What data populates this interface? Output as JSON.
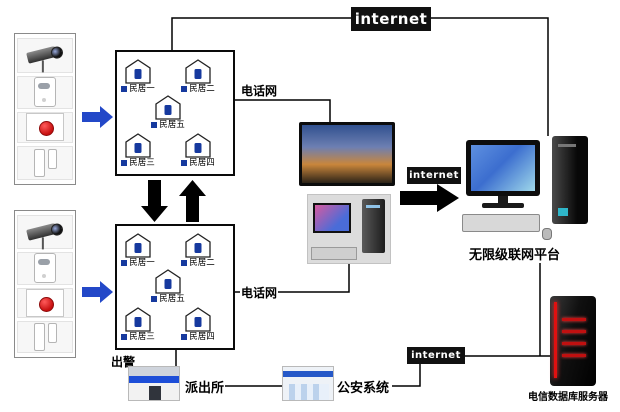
{
  "labels": {
    "internet_top": "internet",
    "internet_mid": "internet",
    "internet_bottom": "internet",
    "phone_net_top": "电话网",
    "phone_net_bottom": "电话网",
    "dispatch": "出警",
    "platform": "无限级联网平台",
    "telecom_server": "电信数据库服务器",
    "police_station": "派出所",
    "public_security": "公安系统"
  },
  "houses": [
    "民居一",
    "民居二",
    "民居五",
    "民居三",
    "民居四"
  ],
  "colors": {
    "line": "#000000",
    "internet_bg": "#111111",
    "arrow_blue": "#2348c8",
    "house_emblem": "#16399e",
    "server_red": "#d01010"
  }
}
